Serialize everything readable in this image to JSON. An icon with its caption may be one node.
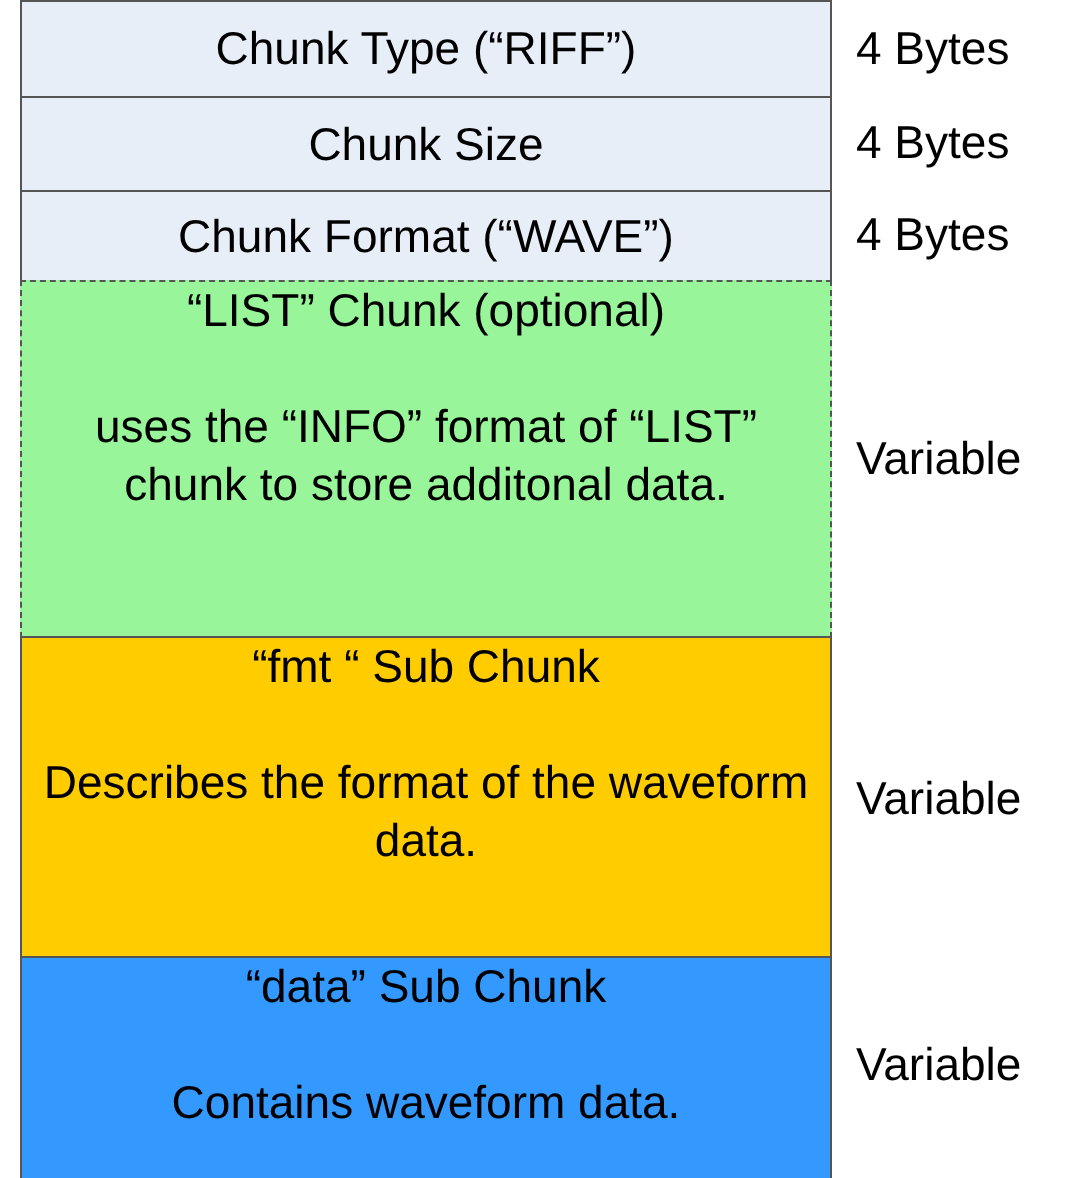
{
  "diagram": {
    "nodes": [
      {
        "text": [
          "Chunk Type (“RIFF”)"
        ],
        "beside": [
          "4 Bytes"
        ]
      },
      {
        "text": [
          "Chunk Size"
        ],
        "beside": [
          "4 Bytes"
        ]
      },
      {
        "text": [
          "Chunk Format (“WAVE”)"
        ],
        "beside": [
          "4 Bytes"
        ]
      },
      {
        "text": [
          "“LIST” Chunk (optional)",
          "uses the “INFO” format of “LIST” chunk to store additonal data."
        ],
        "beside": [
          "Variable"
        ]
      },
      {
        "text": [
          "“fmt “ Sub Chunk",
          "Describes the format of the waveform data."
        ],
        "beside": [
          "Variable"
        ]
      },
      {
        "text": [
          "“data” Sub Chunk",
          "Contains waveform data."
        ],
        "beside": [
          "Variable"
        ]
      }
    ]
  }
}
